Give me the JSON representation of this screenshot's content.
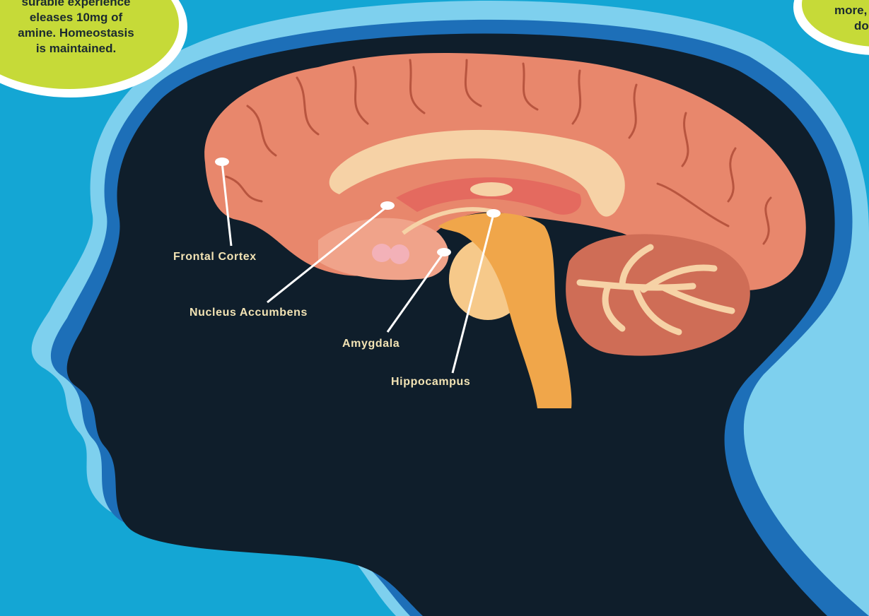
{
  "colors": {
    "background": "#14a6d4",
    "head_outline_light": "#7ed0ee",
    "head_outline_dark": "#1d6fb8",
    "head_fill": "#0f1e2b",
    "bubble": "#c6da38",
    "label_text": "#f2e3b4",
    "cortex": "#e8876c",
    "brainstem": "#f0a64a"
  },
  "bubble_left": {
    "lines": [
      "surable experience",
      "eleases 10mg of",
      "amine. Homeostasis",
      "is maintained."
    ]
  },
  "bubble_right": {
    "lines": [
      "more,",
      "do"
    ]
  },
  "regions": [
    {
      "id": "frontal-cortex",
      "label": "Frontal Cortex"
    },
    {
      "id": "nucleus-accumbens",
      "label": "Nucleus Accumbens"
    },
    {
      "id": "amygdala",
      "label": "Amygdala"
    },
    {
      "id": "hippocampus",
      "label": "Hippocampus"
    }
  ]
}
